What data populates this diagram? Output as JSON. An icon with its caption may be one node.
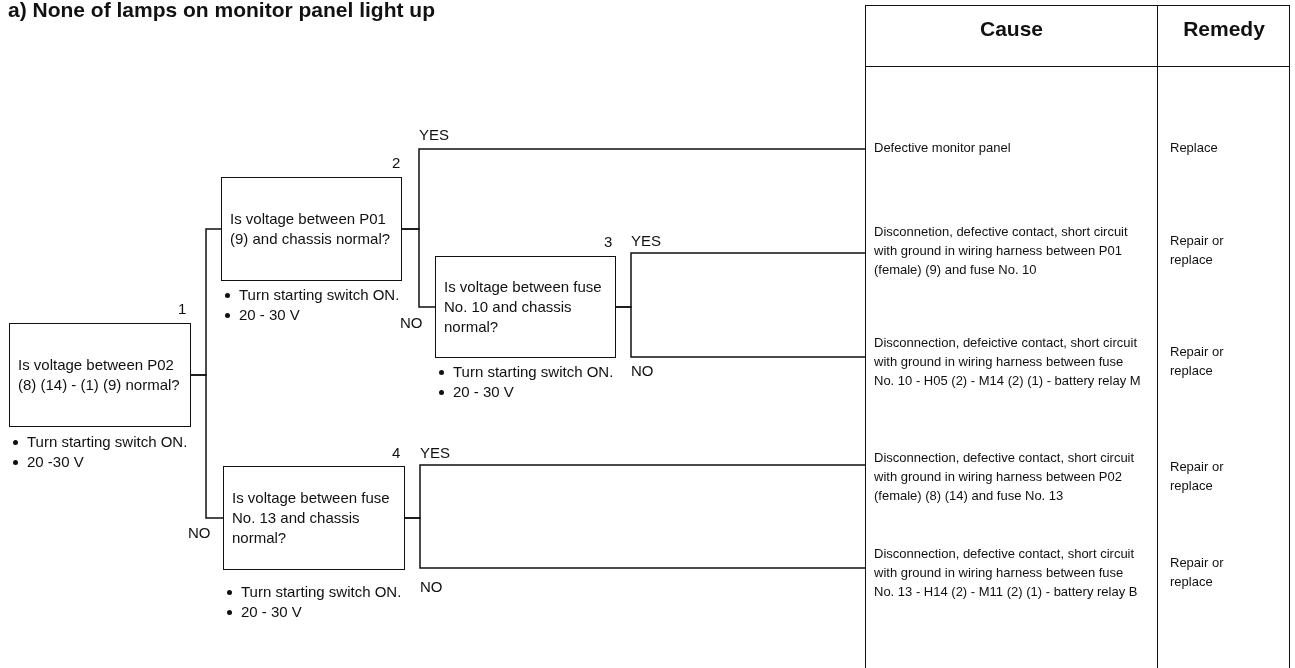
{
  "diagram": {
    "title": "a) None of lamps on monitor panel light up",
    "nodes": [
      {
        "text": [
          "Is voltage between P02 (8) (14) - (1) (9) normal?"
        ],
        "beside": [
          "1",
          "Turn starting switch ON.",
          "20 -30 V"
        ]
      },
      {
        "text": [
          "Is voltage between P01 (9) and chassis normal?"
        ],
        "beside": [
          "2",
          "Turn starting switch ON.",
          "20 - 30 V"
        ]
      },
      {
        "text": [
          "Is voltage between fuse No. 10 and chassis normal?"
        ],
        "beside": [
          "3",
          "Turn starting switch ON.",
          "20 - 30 V"
        ]
      },
      {
        "text": [
          "Is voltage between fuse No. 13 and chassis normal?"
        ],
        "beside": [
          "4",
          "Turn starting switch ON.",
          "20 - 30 V"
        ]
      },
      {
        "text": [
          "Defective monitor panel",
          "Replace"
        ]
      },
      {
        "text": [
          "Disconnetion, defective contact, short circuit with ground in wiring harness between P01 (female) (9) and fuse No. 10",
          "Repair or replace"
        ]
      },
      {
        "text": [
          "Disconnection, defeictive contact, short circuit with ground in wiring harness between fuse No. 10 - H05 (2) - M14 (2) (1) - battery relay M",
          "Repair or replace"
        ]
      },
      {
        "text": [
          "Disconnection, defective contact, short circuit with ground in wiring harness between P02 (female) (8) (14) and fuse No. 13",
          "Repair or replace"
        ]
      },
      {
        "text": [
          "Disconnection, defective contact, short circuit with ground in wiring harness between fuse No. 13 - H14 (2) - M11 (2) (1) - battery relay B",
          "Repair or replace"
        ]
      }
    ],
    "edges": [
      {
        "from": 0,
        "to": 1,
        "arrow": "none"
      },
      {
        "from": 0,
        "to": 3,
        "arrow": "none",
        "label": "NO"
      },
      {
        "from": 1,
        "to": 4,
        "arrow": "none",
        "label": "YES"
      },
      {
        "from": 1,
        "to": 2,
        "arrow": "none",
        "label": "NO"
      },
      {
        "from": 2,
        "to": 5,
        "arrow": "none",
        "label": "YES"
      },
      {
        "from": 2,
        "to": 6,
        "arrow": "none",
        "label": "NO"
      },
      {
        "from": 3,
        "to": 7,
        "arrow": "none",
        "label": "YES"
      },
      {
        "from": 3,
        "to": 8,
        "arrow": "none",
        "label": "NO"
      }
    ],
    "labels": [
      "Cause",
      "Remedy"
    ]
  }
}
